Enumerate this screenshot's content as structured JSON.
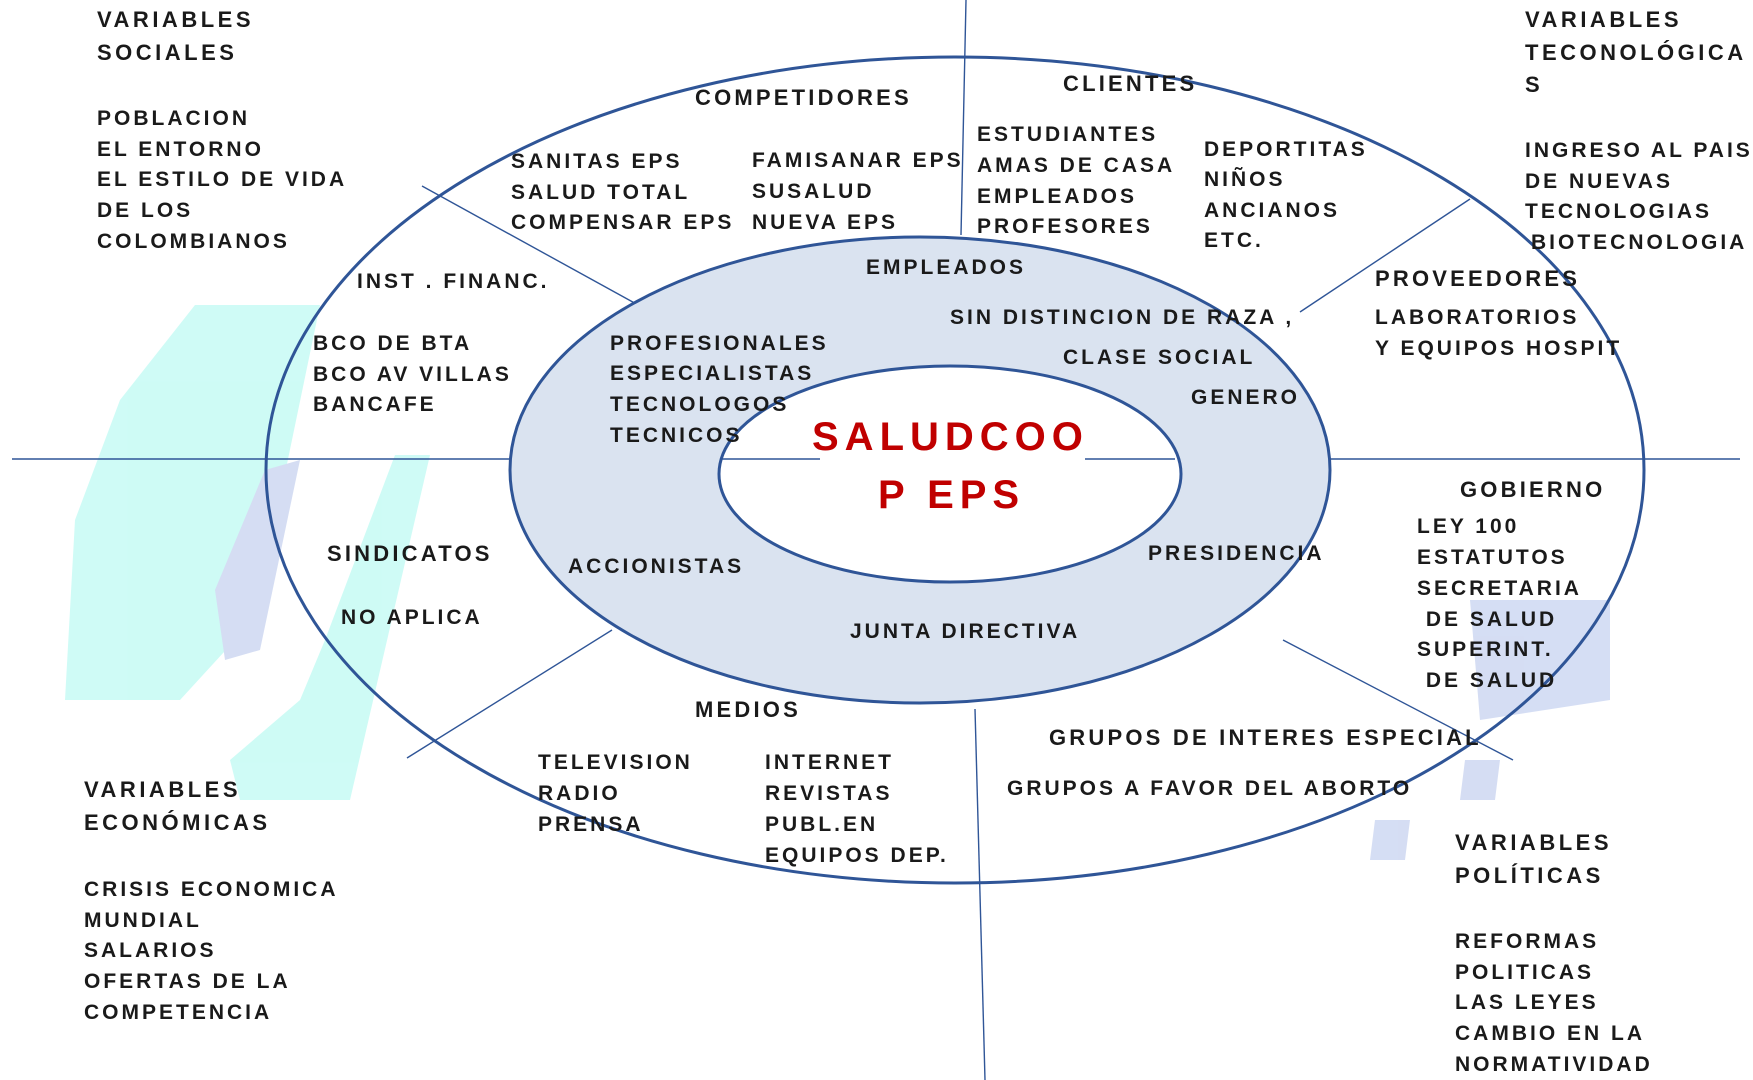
{
  "center": {
    "line1": "SALUDCOO",
    "line2": "P EPS"
  },
  "inner_ring": {
    "empleados_title": "EMPLEADOS",
    "profesionales": [
      "PROFESIONALES",
      "ESPECIALISTAS",
      "TECNOLOGOS",
      "TECNICOS"
    ],
    "sin_distincion": [
      "SIN DISTINCION DE RAZA ,",
      "CLASE SOCIAL",
      "GENERO"
    ],
    "accionistas": "ACCIONISTAS",
    "presidencia": "PRESIDENCIA",
    "junta": "JUNTA DIRECTIVA"
  },
  "outer_ring": {
    "competidores": {
      "title": "COMPETIDORES",
      "col1": [
        "SANITAS EPS",
        "SALUD TOTAL",
        "COMPENSAR EPS"
      ],
      "col2": [
        "FAMISANAR EPS",
        "SUSALUD",
        "NUEVA EPS"
      ]
    },
    "clientes": {
      "title": "CLIENTES",
      "col1": [
        "ESTUDIANTES",
        "AMAS DE CASA",
        "EMPLEADOS",
        "PROFESORES"
      ],
      "col2": [
        "DEPORTITAS",
        "NIÑOS",
        "ANCIANOS",
        "ETC."
      ]
    },
    "inst_financ": {
      "title": "INST . FINANC.",
      "items": [
        "BCO DE BTA",
        "BCO AV VILLAS",
        "BANCAFE"
      ]
    },
    "proveedores": {
      "title": "PROVEEDORES",
      "items": [
        "LABORATORIOS",
        "Y EQUIPOS  HOSPIT"
      ]
    },
    "sindicatos": {
      "title": "SINDICATOS",
      "items": [
        "NO APLICA"
      ]
    },
    "gobierno": {
      "title": "GOBIERNO",
      "items": [
        "LEY 100",
        "ESTATUTOS",
        "SECRETARIA",
        " DE SALUD",
        "SUPERINT.",
        " DE SALUD"
      ]
    },
    "medios": {
      "title": "MEDIOS",
      "col1": [
        "TELEVISION",
        "RADIO",
        "PRENSA"
      ],
      "col2": [
        "INTERNET",
        "REVISTAS",
        "PUBL.EN",
        "EQUIPOS DEP."
      ]
    },
    "grupos": {
      "title": "GRUPOS DE INTERES ESPECIAL",
      "items": [
        "GRUPOS A FAVOR DEL ABORTO"
      ]
    }
  },
  "corners": {
    "sociales": {
      "title": [
        "VARIABLES",
        "SOCIALES"
      ],
      "items": [
        "POBLACION",
        "EL ENTORNO",
        "EL ESTILO DE VIDA",
        "DE LOS",
        "COLOMBIANOS"
      ]
    },
    "tecnologicas": {
      "title": [
        "VARIABLES",
        "TECONOLÓGICA",
        "S"
      ],
      "items": [
        "INGRESO AL PAIS",
        "DE NUEVAS",
        "TECNOLOGIAS",
        "BIOTECNOLOGIA"
      ]
    },
    "economicas": {
      "title": [
        "VARIABLES",
        "ECONÓMICAS"
      ],
      "items": [
        "CRISIS ECONOMICA",
        "MUNDIAL",
        "SALARIOS",
        "OFERTAS DE LA",
        "COMPETENCIA"
      ]
    },
    "politicas": {
      "title": [
        "VARIABLES",
        "POLÍTICAS"
      ],
      "items": [
        "REFORMAS",
        "POLITICAS",
        "LAS LEYES",
        "CAMBIO EN LA",
        "NORMATIVIDAD"
      ]
    }
  },
  "colors": {
    "ring_stroke": "#2f5597",
    "inner_fill": "#dae3f0",
    "center_text": "#c00000",
    "watermark_cyan": "#ccfbf5",
    "watermark_blue": "#d3dcf3"
  }
}
